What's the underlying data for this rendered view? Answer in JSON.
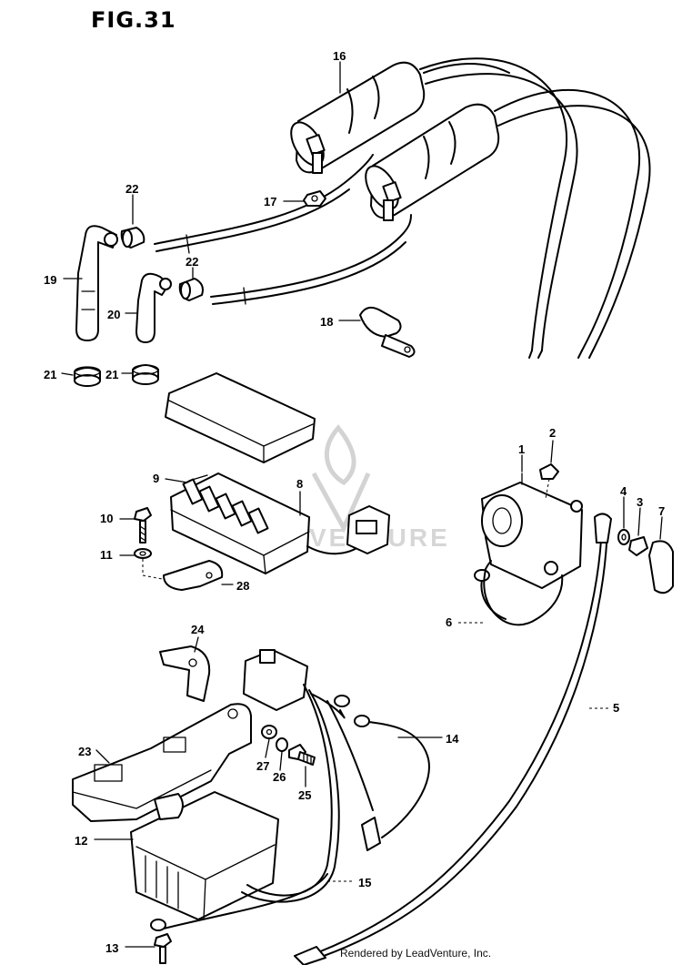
{
  "figure": {
    "title": "FIG.31"
  },
  "footer": {
    "credit": "Rendered by LeadVenture, Inc."
  },
  "watermark": {
    "text": "VENTURE"
  },
  "callouts": [
    {
      "id": "c1",
      "label": "1"
    },
    {
      "id": "c2",
      "label": "2"
    },
    {
      "id": "c3",
      "label": "3"
    },
    {
      "id": "c4",
      "label": "4"
    },
    {
      "id": "c5",
      "label": "5"
    },
    {
      "id": "c6",
      "label": "6"
    },
    {
      "id": "c7",
      "label": "7"
    },
    {
      "id": "c8",
      "label": "8"
    },
    {
      "id": "c9",
      "label": "9"
    },
    {
      "id": "c10",
      "label": "10"
    },
    {
      "id": "c11",
      "label": "11"
    },
    {
      "id": "c12",
      "label": "12"
    },
    {
      "id": "c13",
      "label": "13"
    },
    {
      "id": "c14",
      "label": "14"
    },
    {
      "id": "c15",
      "label": "15"
    },
    {
      "id": "c16",
      "label": "16"
    },
    {
      "id": "c17",
      "label": "17"
    },
    {
      "id": "c18",
      "label": "18"
    },
    {
      "id": "c19",
      "label": "19"
    },
    {
      "id": "c20",
      "label": "20"
    },
    {
      "id": "c21a",
      "label": "21"
    },
    {
      "id": "c21b",
      "label": "21"
    },
    {
      "id": "c22a",
      "label": "22"
    },
    {
      "id": "c22b",
      "label": "22"
    },
    {
      "id": "c23",
      "label": "23"
    },
    {
      "id": "c24",
      "label": "24"
    },
    {
      "id": "c25",
      "label": "25"
    },
    {
      "id": "c26",
      "label": "26"
    },
    {
      "id": "c27",
      "label": "27"
    },
    {
      "id": "c28",
      "label": "28"
    }
  ]
}
